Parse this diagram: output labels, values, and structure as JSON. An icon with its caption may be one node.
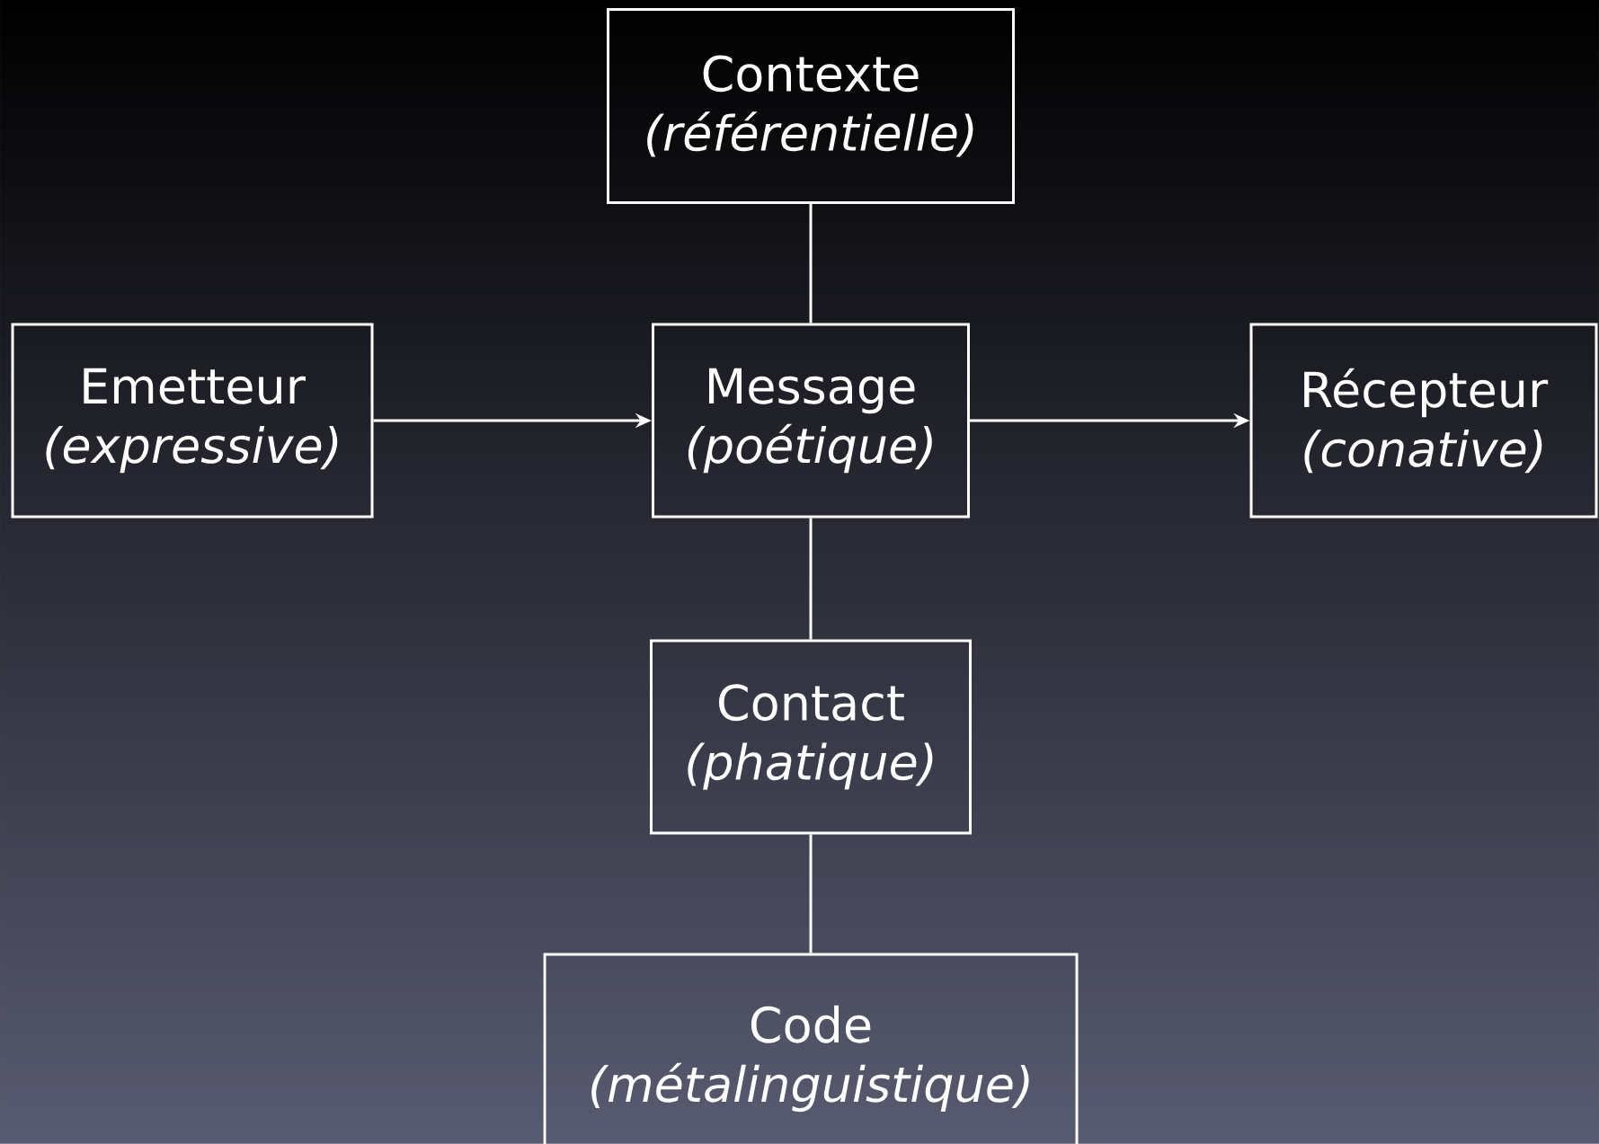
{
  "diagram": {
    "nodes": [
      {
        "text": [
          "Contexte",
          "(référentielle)"
        ]
      },
      {
        "text": [
          "Emetteur",
          "(expressive)"
        ]
      },
      {
        "text": [
          "Message",
          "(poétique)"
        ]
      },
      {
        "text": [
          "Récepteur",
          "(conative)"
        ]
      },
      {
        "text": [
          "Contact",
          "(phatique)"
        ]
      },
      {
        "text": [
          "Code",
          "(métalinguistique)"
        ]
      }
    ],
    "edges": [
      {
        "from": 0,
        "to": 2,
        "arrow": "none"
      },
      {
        "from": 1,
        "to": 2,
        "arrow": "to"
      },
      {
        "from": 2,
        "to": 3,
        "arrow": "to"
      },
      {
        "from": 2,
        "to": 4,
        "arrow": "none"
      },
      {
        "from": 4,
        "to": 5,
        "arrow": "none"
      }
    ]
  }
}
